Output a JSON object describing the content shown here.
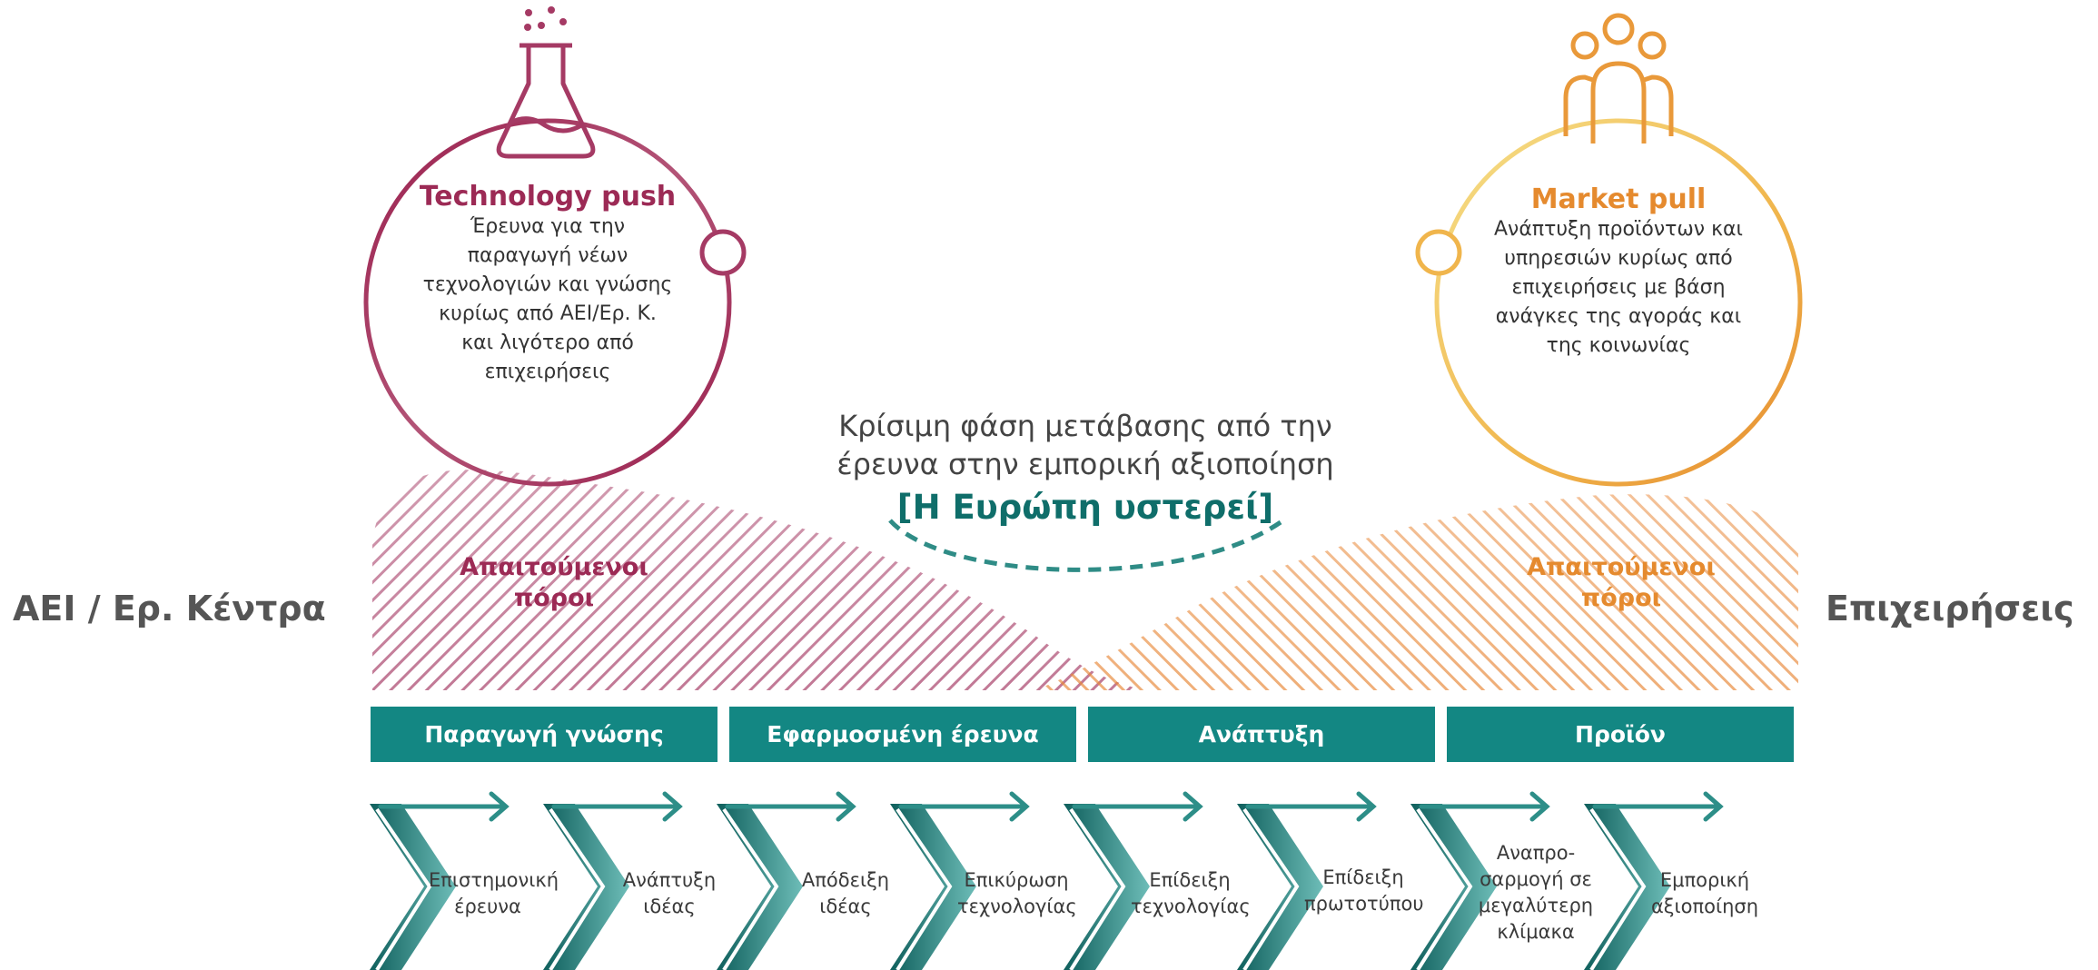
{
  "left_actor": "ΑΕΙ / Ερ. Κέντρα",
  "right_actor": "Επιχειρήσεις",
  "technology_push": {
    "title": "Technology push",
    "lines": [
      "Έρευνα για την",
      "παραγωγή νέων",
      "τεχνολογιών και γνώσης",
      "κυρίως από ΑΕΙ/Ερ. Κ.",
      "και λιγότερο από",
      "επιχειρήσεις"
    ]
  },
  "market_pull": {
    "title": "Market pull",
    "lines": [
      "Ανάπτυξη προϊόντων και",
      "υπηρεσιών κυρίως από",
      "επιχειρήσεις με βάση",
      "ανάγκες της αγοράς και",
      "της κοινωνίας"
    ]
  },
  "transition": {
    "line1": "Κρίσιμη φάση μετάβασης  από την",
    "line2": "έρευνα στην  εμπορική αξιοποίηση",
    "highlight": "[Η Ευρώπη υστερεί]"
  },
  "resources_left": [
    "Απαιτούμενοι",
    "πόροι"
  ],
  "resources_right": [
    "Απαιτούμενοι",
    "πόροι"
  ],
  "phases": [
    "Παραγωγή γνώσης",
    "Εφαρμοσμένη έρευνα",
    "Ανάπτυξη",
    "Προϊόν"
  ],
  "steps": [
    [
      "Επιστημονική",
      "έρευνα"
    ],
    [
      "Ανάπτυξη",
      "ιδέας"
    ],
    [
      "Απόδειξη",
      "ιδέας"
    ],
    [
      "Επικύρωση",
      "τεχνολογίας"
    ],
    [
      "Επίδειξη",
      "τεχνολογίας"
    ],
    [
      "Επίδειξη",
      "πρωτοτύπου"
    ],
    [
      "Αναπρο-",
      "σαρμογή σε",
      "μεγαλύτερη",
      "κλίμακα"
    ],
    [
      "Εμπορική",
      "αξιοποίηση"
    ]
  ],
  "colors": {
    "teal": "#138783",
    "crimson": "#9c2a55",
    "orange": "#e58a2e",
    "yellow": "#f2d36f"
  },
  "icons": [
    "flask-icon",
    "people-icon"
  ]
}
